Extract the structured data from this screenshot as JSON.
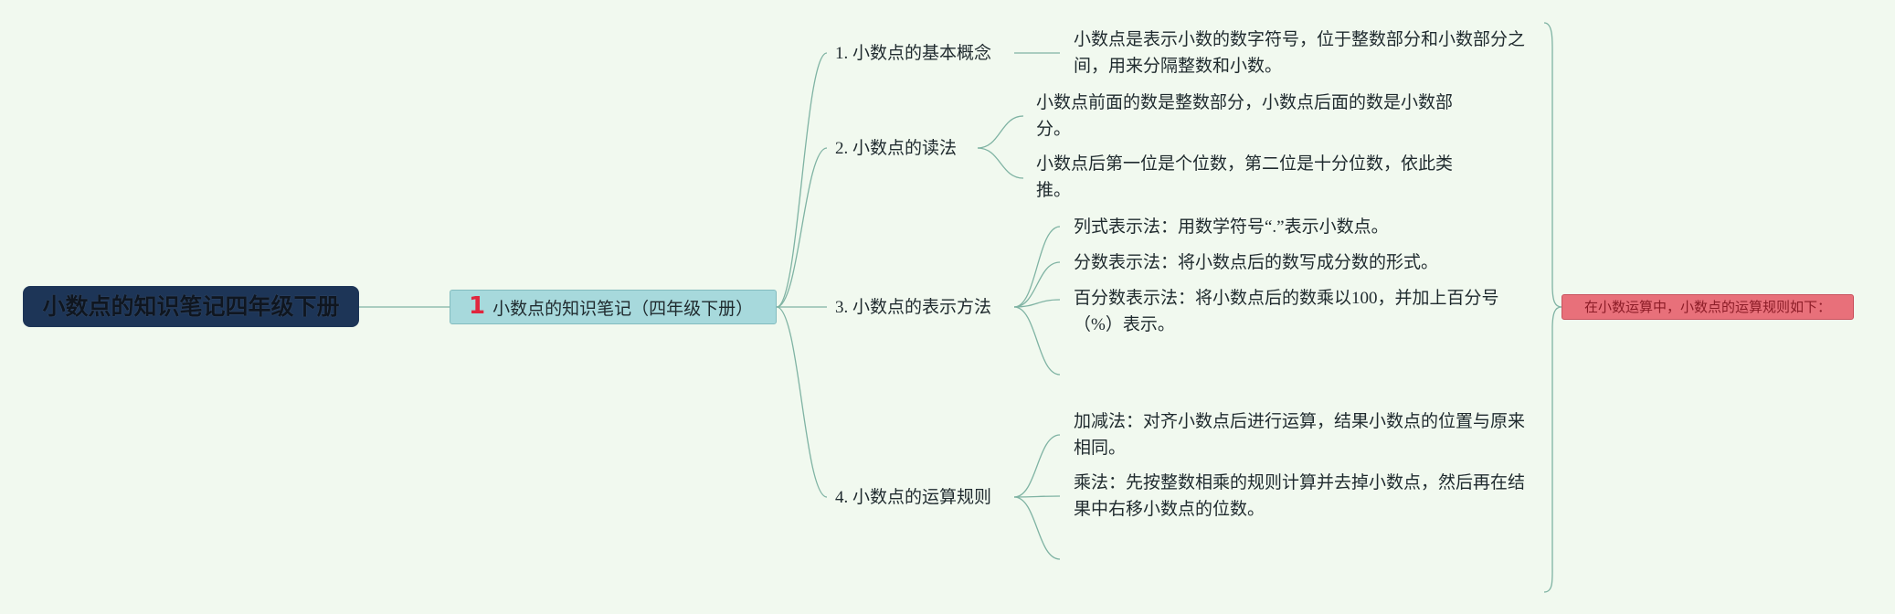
{
  "root": {
    "title": "小数点的知识笔记四年级下册"
  },
  "main_topic": {
    "number_icon": "1",
    "label": "小数点的知识笔记（四年级下册）"
  },
  "sections": [
    {
      "label": "1. 小数点的基本概念",
      "leaves": [
        "小数点是表示小数的数字符号，位于整数部分和小数部分之间，用来分隔整数和小数。"
      ]
    },
    {
      "label": "2. 小数点的读法",
      "leaves": [
        "小数点前面的数是整数部分，小数点后面的数是小数部分。",
        "小数点后第一位是个位数，第二位是十分位数，依此类推。"
      ]
    },
    {
      "label": "3. 小数点的表示方法",
      "leaves": [
        "列式表示法：用数学符号“.”表示小数点。",
        "分数表示法：将小数点后的数写成分数的形式。",
        "百分数表示法：将小数点后的数乘以100，并加上百分号（%）表示。"
      ]
    },
    {
      "label": "4. 小数点的运算规则",
      "leaves": [
        "加减法：对齐小数点后进行运算，结果小数点的位置与原来相同。",
        "乘法：先按整数相乘的规则计算并去掉小数点，然后再在结果中右移小数点的位数。"
      ]
    }
  ],
  "summary": {
    "label": "在小数运算中，小数点的运算规则如下："
  },
  "colors": {
    "background": "#f1f9ef",
    "root_fill": "#1d3557",
    "main_fill": "#a7d9dc",
    "connector": "#7fb3a3",
    "summary_fill": "#e8707a",
    "number_icon": "#e0263e"
  }
}
